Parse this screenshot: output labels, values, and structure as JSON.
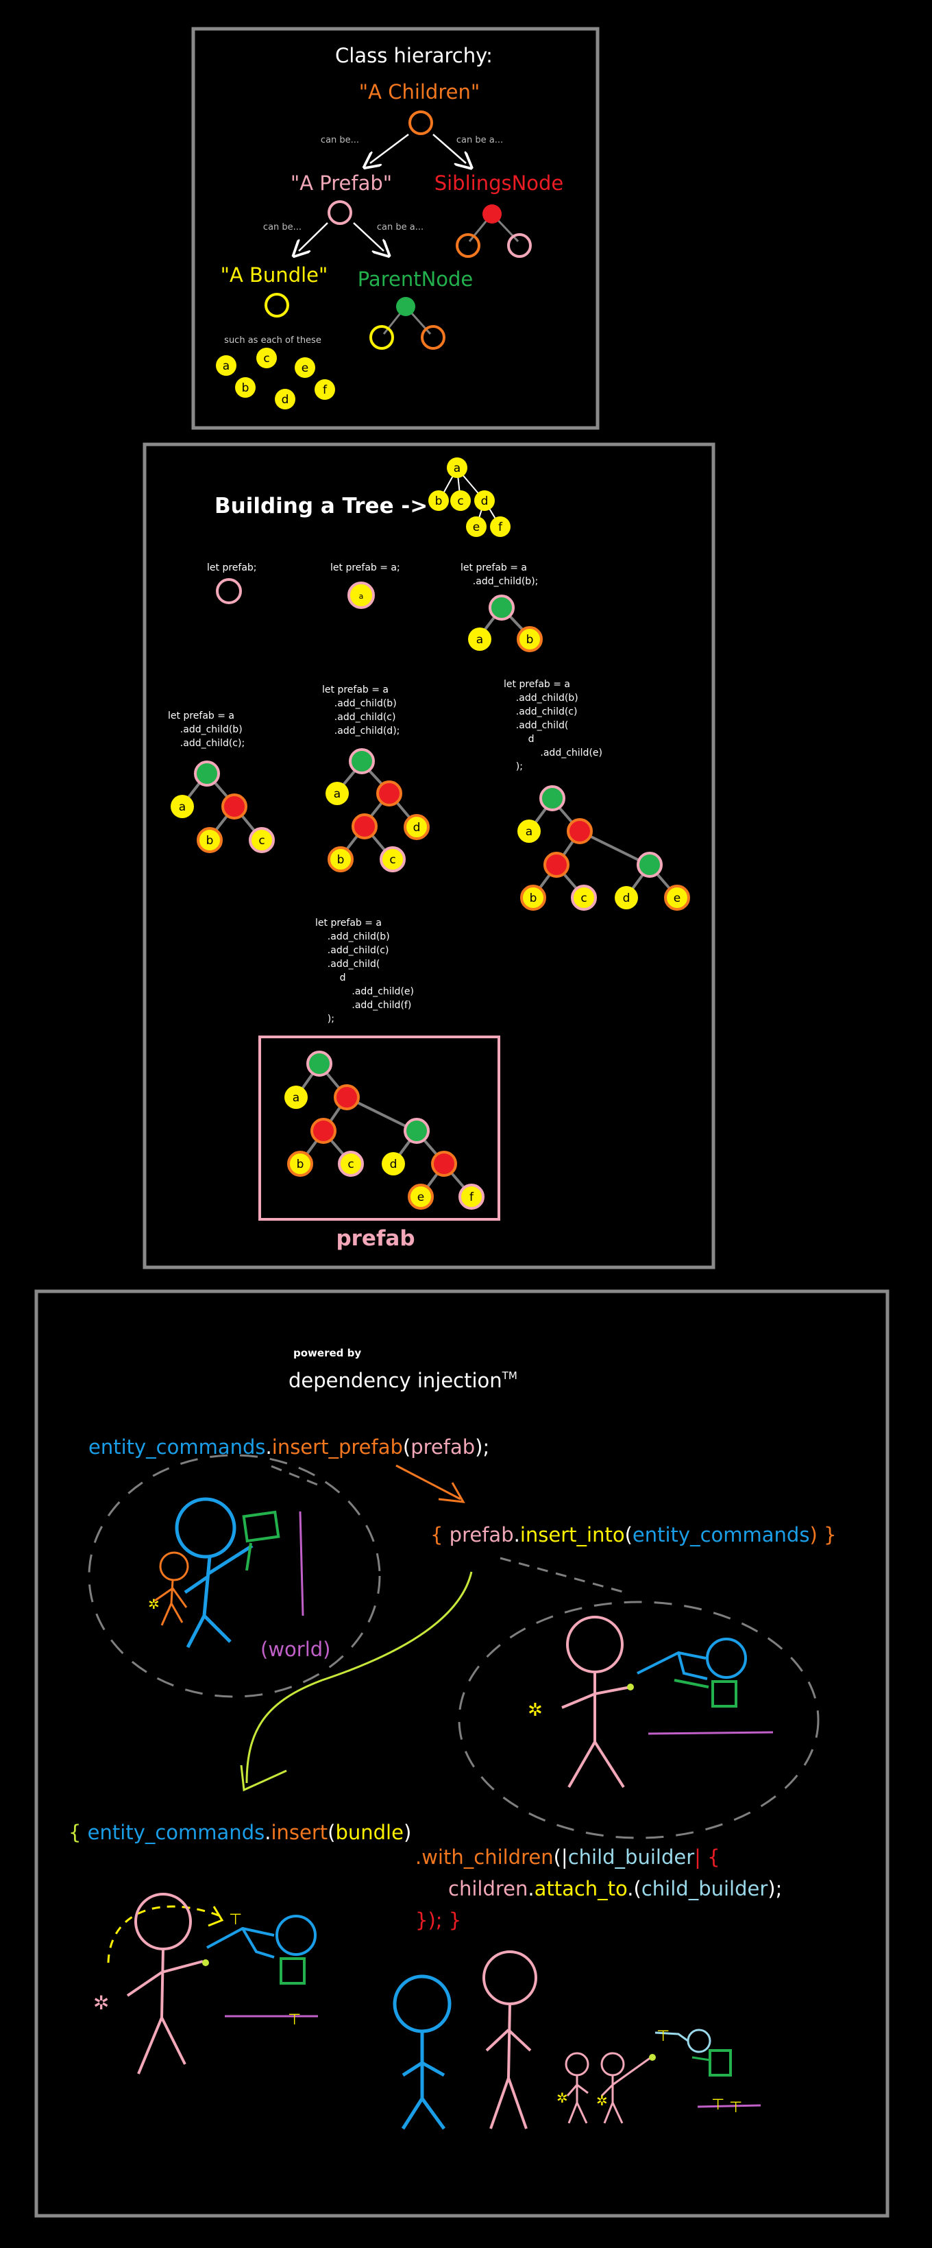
{
  "panel1": {
    "title": "Class hierarchy:",
    "children_label": "\"A Children\"",
    "can_be_1": "can be...",
    "can_be_a": "can be a...",
    "prefab_label": "\"A Prefab\"",
    "siblings_label": "SiblingsNode",
    "can_be_2": "can be...",
    "can_be_3": "can be a...",
    "bundle_label": "\"A Bundle\"",
    "parent_label": "ParentNode",
    "such_as": "such as each of these",
    "letters": [
      "a",
      "b",
      "c",
      "d",
      "e",
      "f"
    ]
  },
  "panel2": {
    "title": "Building a Tree ->",
    "code1": "let prefab;",
    "code2": "let prefab = a;",
    "code3": [
      "let prefab = a",
      "    .add_child(b);"
    ],
    "code4": [
      "let prefab = a",
      "    .add_child(b)",
      "    .add_child(c);"
    ],
    "code5": [
      "let prefab = a",
      "    .add_child(b)",
      "    .add_child(c)",
      "    .add_child(d);"
    ],
    "code6": [
      "let prefab = a",
      "    .add_child(b)",
      "    .add_child(c)",
      "    .add_child(",
      "        d",
      "            .add_child(e)",
      "    );"
    ],
    "code7": [
      "let prefab = a",
      "    .add_child(b)",
      "    .add_child(c)",
      "    .add_child(",
      "        d",
      "            .add_child(e)",
      "            .add_child(f)",
      "    );"
    ],
    "prefab_caption": "prefab"
  },
  "panel3": {
    "powered_by": "powered by",
    "di_title": "dependency injection",
    "tm": "TM",
    "line1": {
      "a": "entity_commands",
      "b": ".",
      "c": "insert_prefab",
      "d": "(",
      "e": "prefab",
      "f": ");"
    },
    "line2": {
      "a": "{ ",
      "b": "prefab",
      "c": ".",
      "d": "insert_into",
      "e": "(",
      "f": "entity_commands",
      "g": ") }"
    },
    "world_label": "(world)",
    "line3": {
      "a": "{ ",
      "b": "entity_commands",
      "c": ".",
      "d": "insert",
      "e": "(",
      "f": "bundle",
      "g": ")"
    },
    "line4": {
      "a": ".",
      "b": "with_children",
      "c": "(|",
      "d": "child_builder",
      "e": "| {"
    },
    "line5": {
      "a": "children",
      "b": ".",
      "c": "attach_to",
      "d": ".(",
      "e": "child_builder",
      "f": ");"
    },
    "line6": {
      "a": "}); }"
    }
  },
  "colors": {
    "orange": "#f2771f",
    "pink": "#f2a8b8",
    "red": "#ec1c24",
    "yellow": "#fff200",
    "green": "#22b14c",
    "blue": "#1b9ee8",
    "purple": "#c060c8",
    "lightblue": "#9ad9ea",
    "lime": "#c7e83a",
    "gray": "#7f7f7f"
  }
}
